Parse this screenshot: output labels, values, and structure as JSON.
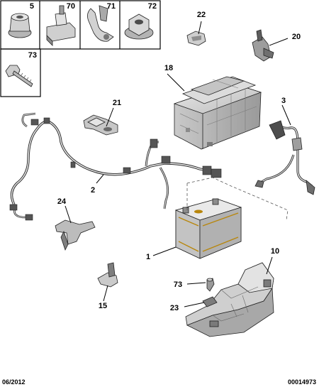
{
  "footer": {
    "date": "06/2012",
    "reference": "00014973"
  },
  "icon_boxes": [
    {
      "label": "5",
      "icon": "collar-nut-icon"
    },
    {
      "label": "70",
      "icon": "clip-bracket-icon"
    },
    {
      "label": "71",
      "icon": "hook-clip-icon"
    },
    {
      "label": "72",
      "icon": "flange-nut-icon"
    },
    {
      "label": "73",
      "icon": "bolt-icon"
    }
  ],
  "callouts": {
    "c1": "1",
    "c2": "2",
    "c3": "3",
    "c10": "10",
    "c15": "15",
    "c18": "18",
    "c20": "20",
    "c21": "21",
    "c22": "22",
    "c23": "23",
    "c24": "24",
    "c73": "73"
  },
  "colors": {
    "line": "#222222",
    "part_fill": "#d6d6d6",
    "part_dark": "#6e6e6e",
    "battery_accent": "#b8860b"
  }
}
